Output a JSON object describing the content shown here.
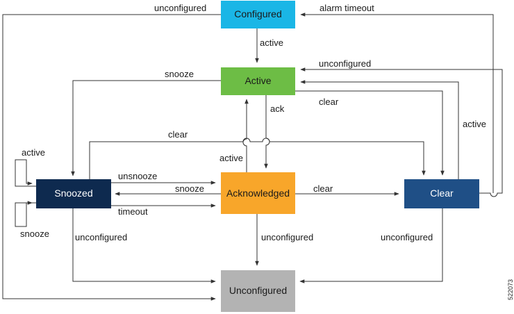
{
  "nodes": {
    "configured": {
      "label": "Configured",
      "fill": "#1ab6e6",
      "text": "#1a1a1a"
    },
    "active": {
      "label": "Active",
      "fill": "#6dbd45",
      "text": "#1a1a1a"
    },
    "snoozed": {
      "label": "Snoozed",
      "fill": "#0e2a4f",
      "text": "#ffffff"
    },
    "acknowledged": {
      "label": "Acknowledged",
      "fill": "#f8a62a",
      "text": "#1a1a1a"
    },
    "clear": {
      "label": "Clear",
      "fill": "#1f4f86",
      "text": "#ffffff"
    },
    "unconfigured": {
      "label": "Unconfigured",
      "fill": "#b3b3b3",
      "text": "#1a1a1a"
    }
  },
  "edges": {
    "configured_unconfigured": "unconfigured",
    "alarm_timeout": "alarm timeout",
    "configured_active": "active",
    "active_snooze": "snooze",
    "active_unconfigured": "unconfigured",
    "active_ack": "ack",
    "active_clear": "clear",
    "clear_active": "active",
    "snoozed_clear": "clear",
    "snoozed_active_loop": "active",
    "ack_active": "active",
    "unsnooze": "unsnooze",
    "ack_snooze": "snooze",
    "ack_clear": "clear",
    "timeout": "timeout",
    "snoozed_snooze_loop": "snooze",
    "snoozed_unconfigured": "unconfigured",
    "ack_unconfigured": "unconfigured",
    "clear_unconfigured": "unconfigured"
  },
  "doc_id": "522073",
  "colors": {
    "edge": "#333333"
  }
}
